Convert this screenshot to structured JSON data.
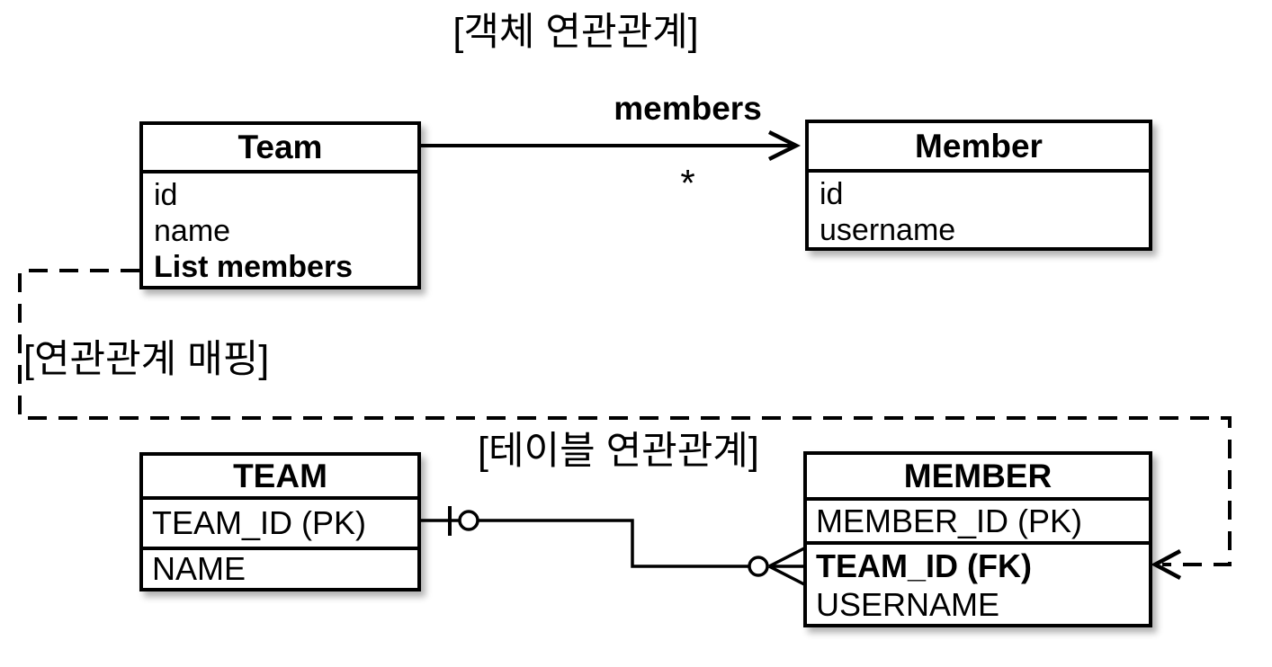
{
  "page": {
    "background": "#ffffff",
    "line_color": "#000000"
  },
  "labels": {
    "object_section": "[객체 연관관계]",
    "mapping_section": "[연관관계 매핑]",
    "table_section": "[테이블 연관관계]"
  },
  "object_model": {
    "team": {
      "title": "Team",
      "fields": [
        "id",
        "name",
        "List members"
      ]
    },
    "member": {
      "title": "Member",
      "fields": [
        "id",
        "username"
      ]
    },
    "association": {
      "name": "members",
      "multiplicity": "*"
    }
  },
  "table_model": {
    "team": {
      "title": "TEAM",
      "columns": [
        "TEAM_ID (PK)",
        "NAME"
      ]
    },
    "member": {
      "title": "MEMBER",
      "columns": [
        "MEMBER_ID (PK)",
        "TEAM_ID (FK)",
        "USERNAME"
      ]
    }
  }
}
